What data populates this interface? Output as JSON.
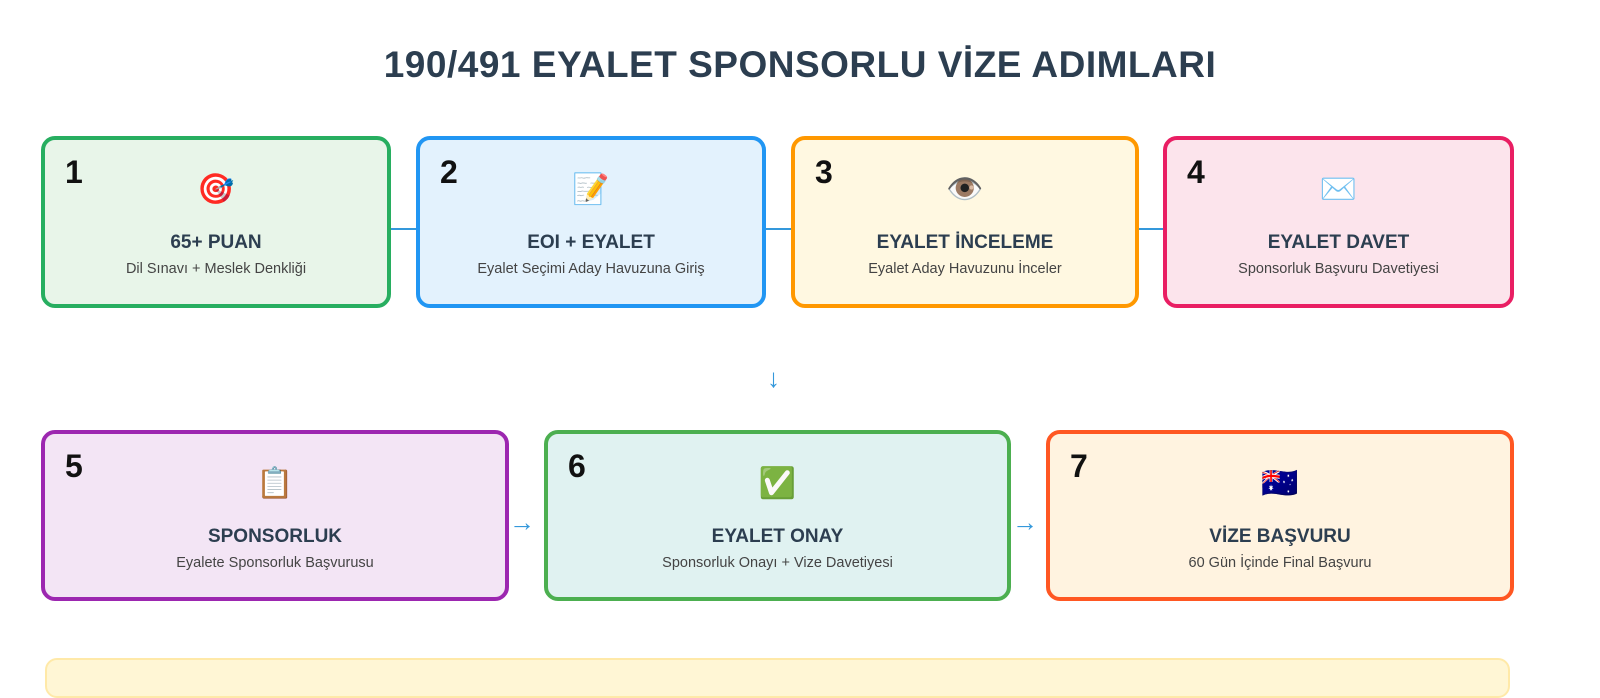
{
  "title": "190/491 EYALET SPONSORLU VİZE ADIMLARI",
  "steps": [
    {
      "num": "1",
      "icon": "🎯",
      "head": "65+ PUAN",
      "sub": "Dil Sınavı + Meslek Denkliği",
      "border": "#27ae60",
      "bg": "#e8f5e9"
    },
    {
      "num": "2",
      "icon": "📝",
      "head": "EOI + EYALET",
      "sub": "Eyalet Seçimi Aday Havuzuna Giriş",
      "border": "#2196f3",
      "bg": "#e3f2fd"
    },
    {
      "num": "3",
      "icon": "👁️",
      "head": "EYALET İNCELEME",
      "sub": "Eyalet Aday Havuzunu İnceler",
      "border": "#ff9800",
      "bg": "#fff8e1"
    },
    {
      "num": "4",
      "icon": "✉️",
      "head": "EYALET DAVET",
      "sub": "Sponsorluk Başvuru Davetiyesi",
      "border": "#e91e63",
      "bg": "#fce4ec"
    },
    {
      "num": "5",
      "icon": "📋",
      "head": "SPONSORLUK",
      "sub": "Eyalete Sponsorluk Başvurusu",
      "border": "#9c27b0",
      "bg": "#f3e5f5"
    },
    {
      "num": "6",
      "icon": "✅",
      "head": "EYALET ONAY",
      "sub": "Sponsorluk Onayı + Vize Davetiyesi",
      "border": "#4caf50",
      "bg": "#e0f2f1"
    },
    {
      "num": "7",
      "icon": "🇦🇺",
      "head": "VİZE BAŞVURU",
      "sub": "60 Gün İçinde Final Başvuru",
      "border": "#ff5722",
      "bg": "#fff3e0"
    }
  ],
  "arrows": {
    "down": "↓",
    "right": "→"
  }
}
